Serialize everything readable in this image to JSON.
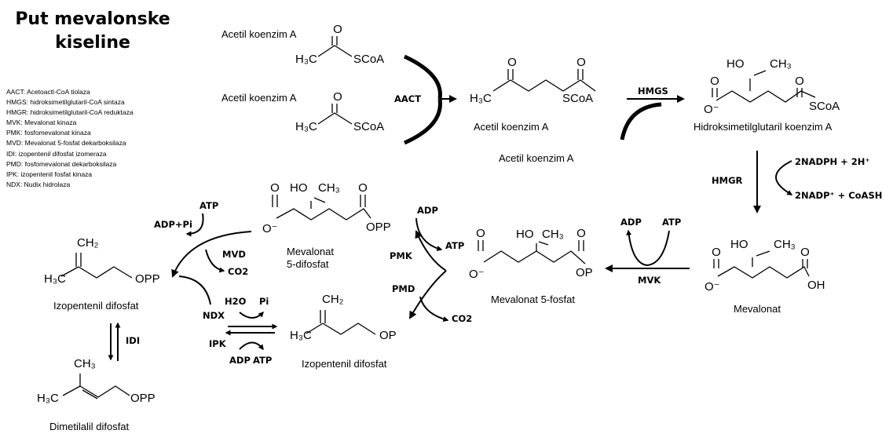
{
  "title": {
    "line1": "Put mevalonske",
    "line2": "kiseline"
  },
  "legend": [
    "AACT: Acetoactl-CoA tiolaza",
    "HMGS: hidroksimetilglutaril-CoA sintaza",
    "HMGR: hidroksimetilglutaril-CoA reduktaza",
    "MVK: Mevalonat kinaza",
    "PMK: fosfomevalonat kinaza",
    "MVD: Mevalonat 5-fosfat dekarboksilaza",
    "IDI: izopentenil difosfat izomeraza",
    "PMD: fosfomevalonat dekarboksilaza",
    "IPK: izopentenil fosfat kinaza",
    "NDX: Nudix hidrolaza"
  ],
  "compounds": {
    "acetyl1": "Acetil koenzim A",
    "acetyl2": "Acetil koenzim A",
    "acetoacetyl_a": "Acetil koenzim A",
    "acetoacetyl_b": "Acetil koenzim A",
    "hmg": "Hidroksimetilglutaril koenzim A",
    "mevalonate": "Mevalonat",
    "mev5p": "Mevalonat 5-fosfat",
    "mev5pp_line1": "Mevalonat",
    "mev5pp_line2": "5-difosfat",
    "ipp_left": "Izopentenil difosfat",
    "ipp_mid": "Izopentenil difosfat",
    "dmapp": "Dimetilalil difosfat"
  },
  "enzymes": {
    "aact": "AACT",
    "hmgs": "HMGS",
    "hmgr": "HMGR",
    "mvk": "MVK",
    "pmk": "PMK",
    "pmd": "PMD",
    "mvd": "MVD",
    "ndx": "NDX",
    "ipk": "IPK",
    "idi": "IDI"
  },
  "cofactors": {
    "hmgr_in": "2NADPH + 2H⁺",
    "hmgr_out": "2NADP⁺ + CoASH",
    "mvk_adp": "ADP",
    "mvk_atp": "ATP",
    "pmk_adp": "ADP",
    "pmk_atp": "ATP",
    "pmd_co2": "CO2",
    "mvd_atp": "ATP",
    "mvd_adp": "ADP+Pi",
    "mvd_co2": "CO2",
    "ndx_h2o": "H2O",
    "ndx_pi": "Pi",
    "ipk_adp": "ADP",
    "ipk_atp": "ATP"
  },
  "atoms": {
    "o": "O",
    "oh": "OH",
    "ho": "HO",
    "h3c": "H₃C",
    "ch3": "CH₃",
    "ch2": "CH₂",
    "scoa": "SCoA",
    "opp": "OPP",
    "op": "OP",
    "o_minus": "O⁻"
  }
}
